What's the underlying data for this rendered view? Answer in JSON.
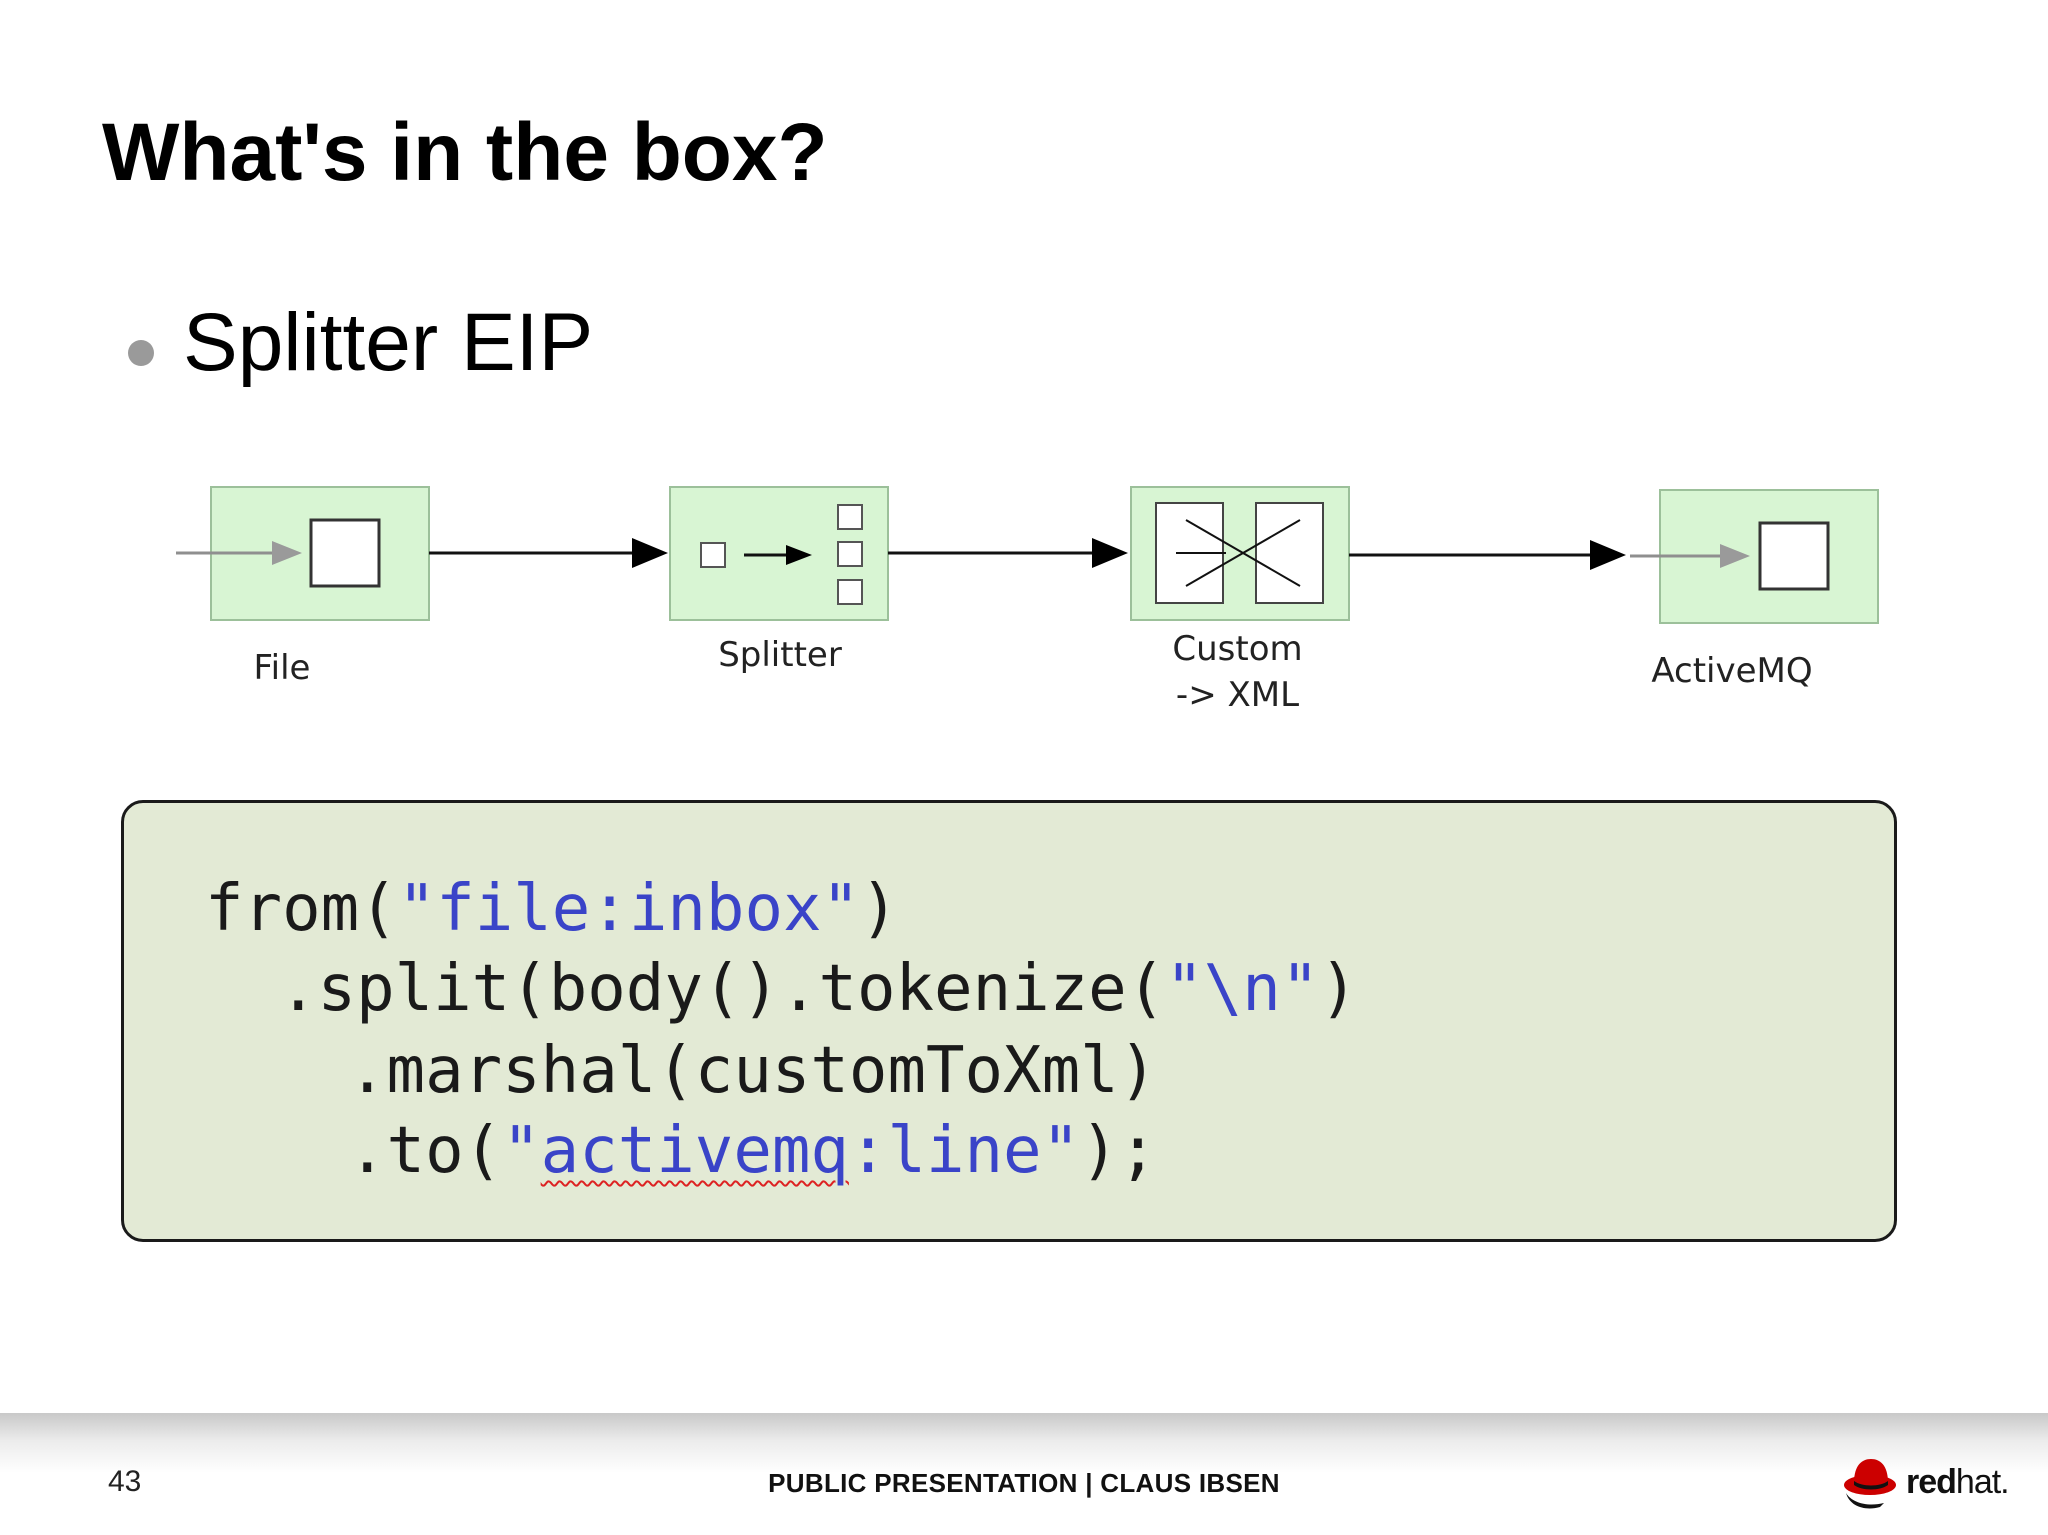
{
  "slide": {
    "title": "What's in the box?",
    "bullet": "Splitter EIP"
  },
  "diagram": {
    "nodes": [
      {
        "label": "File",
        "icon": "endpoint-icon"
      },
      {
        "label": "Splitter",
        "icon": "splitter-icon"
      },
      {
        "label": "Custom\n-> XML",
        "icon": "translator-icon"
      },
      {
        "label": "ActiveMQ",
        "icon": "endpoint-icon"
      }
    ],
    "node_fill": "#d8f5d3",
    "node_border": "#9cc09a"
  },
  "code": {
    "line1": {
      "pre": "from(",
      "str": "\"file:inbox\"",
      "post": ")"
    },
    "line2": {
      "pre": ".split(body().tokenize(",
      "str": "\"\\n\"",
      "post": ")"
    },
    "line3": {
      "pre": ".marshal(customToXml)"
    },
    "line4": {
      "pre": ".to(",
      "str_q1": "\"",
      "str_word": "activemq",
      "str_rest": ":line\"",
      "post": ");"
    },
    "box_fill": "#e3ead5",
    "string_color": "#3a44c8"
  },
  "footer": {
    "page_number": "43",
    "text": "PUBLIC PRESENTATION | CLAUS IBSEN",
    "logo_bold": "red",
    "logo_light": "hat."
  }
}
